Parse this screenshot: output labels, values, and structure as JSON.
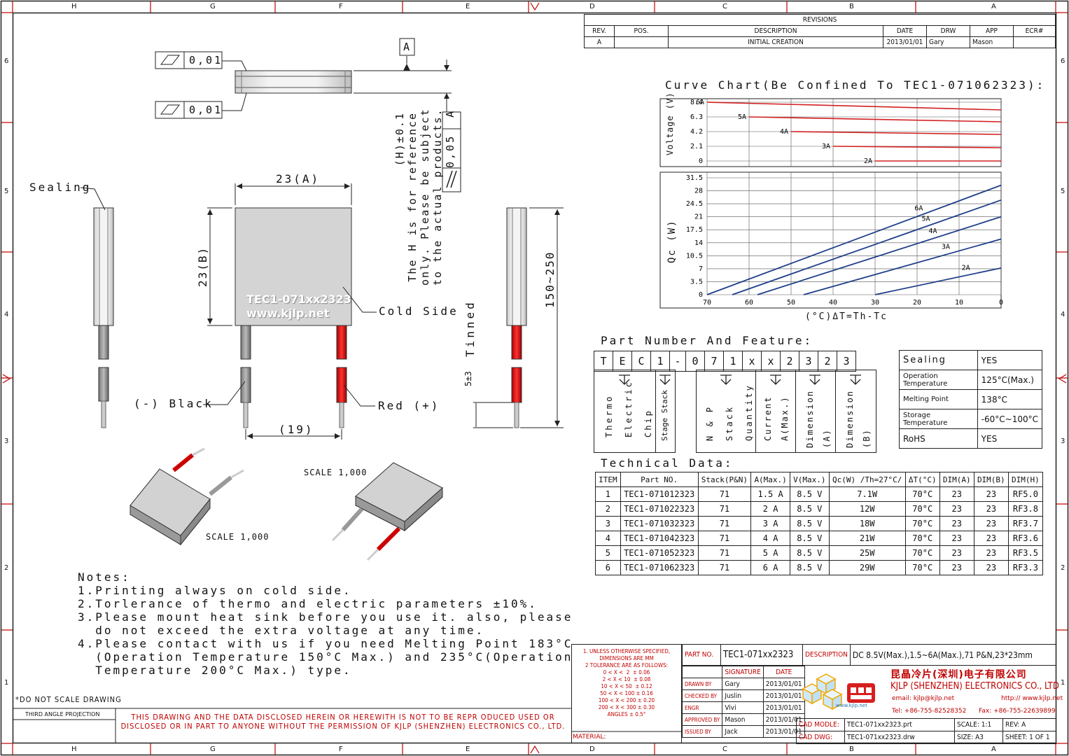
{
  "frame": {
    "col_letters": [
      "H",
      "G",
      "F",
      "E",
      "D",
      "C",
      "B",
      "A"
    ],
    "row_numbers": [
      "6",
      "5",
      "4",
      "3",
      "2",
      "1"
    ]
  },
  "revisions": {
    "title": "REVISIONS",
    "headers": [
      "REV.",
      "POS.",
      "DESCRIPTION",
      "DATE",
      "DRW",
      "APP",
      "ECR#"
    ],
    "rows": [
      [
        "A",
        "",
        "INITIAL CREATION",
        "2013/01/01",
        "Gary",
        "Mason",
        ""
      ]
    ]
  },
  "drawing": {
    "flatness_value": "0,01",
    "datum": "A",
    "parallel_value": "0,05",
    "parallel_datum": "A",
    "h_note": [
      "(H)±0.1",
      "The H is for reference",
      "only. Please be subject",
      "to the actual products."
    ],
    "dim_a": "23(A)",
    "dim_b": "23(B)",
    "dim_19": "(19)",
    "dim_lead": "150~250",
    "tinned": "Tinned",
    "tinned_len": "5±3",
    "printing": [
      "TEC1-071xx2323",
      "www.kjlp.net"
    ],
    "sealing": "Sealing",
    "cold_side": "Cold Side",
    "black": "(-) Black",
    "red_wire": "Red (+)",
    "scale1": "SCALE  1,000",
    "scale2": "SCALE  1,000"
  },
  "chart_data": {
    "type": "line",
    "title": "Curve Chart(Be Confined To TEC1-071062323):",
    "voltage": {
      "ylabel": "Voltage (V)",
      "yticks": [
        "8.4",
        "6.3",
        "4.2",
        "2.1",
        "0"
      ],
      "series": [
        {
          "name": "6A",
          "x": [
            70,
            0
          ],
          "y": [
            8.4,
            7.3
          ]
        },
        {
          "name": "5A",
          "x": [
            60,
            0
          ],
          "y": [
            6.3,
            5.6
          ]
        },
        {
          "name": "4A",
          "x": [
            50,
            0
          ],
          "y": [
            4.2,
            3.8
          ]
        },
        {
          "name": "3A",
          "x": [
            40,
            0
          ],
          "y": [
            2.1,
            1.9
          ]
        },
        {
          "name": "2A",
          "x": [
            30,
            0
          ],
          "y": [
            0,
            0
          ]
        }
      ]
    },
    "qc": {
      "ylabel": "Qc (W)",
      "xlabel": "(°C)ΔT=Th-Tc",
      "yticks": [
        "31.5",
        "28",
        "24.5",
        "21",
        "17.5",
        "14",
        "10.5",
        "7",
        "3.5",
        "0"
      ],
      "xticks": [
        "70",
        "60",
        "50",
        "40",
        "30",
        "20",
        "10",
        "0"
      ],
      "xlim": [
        70,
        0
      ],
      "ylim": [
        0,
        31.5
      ],
      "series": [
        {
          "name": "6A",
          "x": [
            70,
            0
          ],
          "y": [
            0,
            29.5
          ]
        },
        {
          "name": "5A",
          "x": [
            64,
            0
          ],
          "y": [
            0,
            25.5
          ]
        },
        {
          "name": "4A",
          "x": [
            58,
            0
          ],
          "y": [
            0,
            21
          ]
        },
        {
          "name": "3A",
          "x": [
            47,
            0
          ],
          "y": [
            0,
            15
          ]
        },
        {
          "name": "2A",
          "x": [
            30,
            0
          ],
          "y": [
            0,
            7.2
          ]
        }
      ]
    },
    "colors": {
      "voltage": "#d32020",
      "qc": "#1f3f8a"
    }
  },
  "part_number": {
    "title": "Part Number And Feature:",
    "chars": [
      "T",
      "E",
      "C",
      "1",
      "-",
      "0",
      "7",
      "1",
      "x",
      "x",
      "2",
      "3",
      "2",
      "3"
    ],
    "labels": [
      "Thermo Electric Chip",
      "Stage Stack",
      "N & P Stack Quantity",
      "Current A(Max.)",
      "Dimension (A)",
      "Dimension (B)"
    ]
  },
  "features": [
    [
      "Sealing",
      "YES"
    ],
    [
      "Operation Temperature",
      "125°C(Max.)"
    ],
    [
      "Melting Point",
      "138°C"
    ],
    [
      "Storage Temperature",
      "-60°C~100°C"
    ],
    [
      "RoHS",
      "YES"
    ]
  ],
  "tech": {
    "title": "Technical Data:",
    "headers": [
      "ITEM",
      "Part NO.",
      "Stack(P&N)",
      "A(Max.)",
      "V(Max.)",
      "Qc(W) /Th=27°C/",
      "ΔT(°C)",
      "DIM(A)",
      "DIM(B)",
      "DIM(H)"
    ],
    "rows": [
      [
        "1",
        "TEC1-071012323",
        "71",
        "1.5 A",
        "8.5 V",
        "7.1W",
        "70°C",
        "23",
        "23",
        "RF5.0"
      ],
      [
        "2",
        "TEC1-071022323",
        "71",
        "2 A",
        "8.5 V",
        "12W",
        "70°C",
        "23",
        "23",
        "RF3.8"
      ],
      [
        "3",
        "TEC1-071032323",
        "71",
        "3 A",
        "8.5 V",
        "18W",
        "70°C",
        "23",
        "23",
        "RF3.7"
      ],
      [
        "4",
        "TEC1-071042323",
        "71",
        "4 A",
        "8.5 V",
        "21W",
        "70°C",
        "23",
        "23",
        "RF3.6"
      ],
      [
        "5",
        "TEC1-071052323",
        "71",
        "5 A",
        "8.5 V",
        "25W",
        "70°C",
        "23",
        "23",
        "RF3.5"
      ],
      [
        "6",
        "TEC1-071062323",
        "71",
        "6 A",
        "8.5 V",
        "29W",
        "70°C",
        "23",
        "23",
        "RF3.3"
      ]
    ]
  },
  "notes": [
    "Notes:",
    "1.Printing always on cold side.",
    "2.Torlerance of thermo and electric parameters ±10%.",
    "3.Please mount heat sink before you use it. also, please",
    "  do not exceed the extra voltage at any time.",
    "4.Please contact with us if you need Melting Point 183°C",
    "  (Operation Temperature 150°C Max.) and 235°C(Operation",
    "  Temperature 200°C Max.) type."
  ],
  "title_block": {
    "no_scale": "*DO NOT SCALE DRAWING",
    "projection": "THIRD ANGLE PROJECTION",
    "disclaimer": "THIS DRAWING AND THE DATA DISCLOSED HEREIN OR HEREWITH IS NOT TO BE REPR ODUCED USED OR DISCLOSED OR IN PART TO ANYONE WITHOUT THE PERMISSION OF KJLP (SHENZHEN) ELECTRONICS CO., LTD.",
    "tolerance": [
      "1. UNLESS OTHERWISE SPECIFIED,",
      "DIMENSIONS ARE MM",
      "2 TOLERANCE ARE AS FOLLOWS:",
      "0 < X <  2  ± 0.06",
      "2 < X < 10  ± 0.08",
      "10 < X < 50  ± 0.12",
      "50 < X < 100 ± 0.16",
      "100 < X < 200 ± 0.20",
      "200 < X < 300 ± 0.30",
      "ANGLES ± 0.5°"
    ],
    "material": "MATERIAL:",
    "part_no_label": "PART NO.",
    "part_no": "TEC1-071xx2323",
    "desc_label": "DESCRIPTION",
    "desc": "DC 8.5V(Max.),1.5~6A(Max.),71 P&N,23*23mm",
    "sig_headers": [
      "SIGNATURE",
      "DATE"
    ],
    "signatures": [
      [
        "DRAWN BY",
        "Gary",
        "2013/01/01"
      ],
      [
        "CHECKED BY",
        "Juslin",
        "2013/01/01"
      ],
      [
        "ENGR",
        "Vivi",
        "2013/01/01"
      ],
      [
        "APPROVED BY",
        "Mason",
        "2013/01/01"
      ],
      [
        "ISSUED BY",
        "Jack",
        "2013/01/01"
      ]
    ],
    "company_cn": "昆晶冷片(深圳)电子有限公司",
    "company_en": "KJLP (SHENZHEN) ELECTRONICS CO., LTD",
    "email": "email: kjlp@kjlp.net",
    "http": "http:// www.kjlp.net",
    "tel": "Tel: +86-755-82528352",
    "fax": "Fax: +86-755-22639899",
    "logo_text": "www.kjlp.net",
    "cad_model_label": "CAD MODLE:",
    "cad_model": "TEC1-071xx2323.prt",
    "cad_dwg_label": "CAD DWG:",
    "cad_dwg": "TEC1-071xx2323.drw",
    "scale": "SCALE: 1:1",
    "rev": "REV: A",
    "size": "SIZE: A3",
    "sheet": "SHEET: 1 OF 1"
  }
}
